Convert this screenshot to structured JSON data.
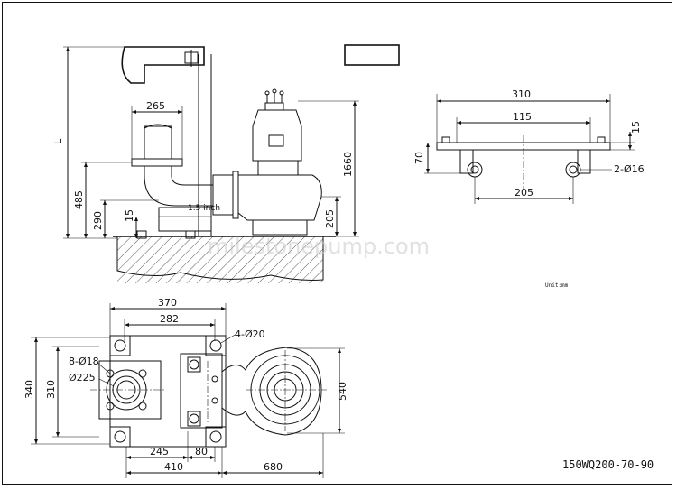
{
  "labels": {
    "length": "L",
    "d265": "265",
    "d485": "485",
    "d290": "290",
    "d15_left": "15",
    "inch": "1.5 inch",
    "d1660": "1660",
    "d205_side": "205",
    "d310_top": "310",
    "d115": "115",
    "d15_right": "15",
    "d70": "70",
    "holes_2": "2-Ø16",
    "d205_base": "205",
    "unit": "Unit:mm",
    "d370": "370",
    "d282": "282",
    "holes_4": "4-Ø20",
    "holes_8": "8-Ø18",
    "d225": "Ø225",
    "d340": "340",
    "d310_left": "310",
    "d540": "540",
    "d245": "245",
    "d80": "80",
    "d410": "410",
    "d680": "680",
    "model": "150WQ200-70-90"
  },
  "watermark": "milestonepump.com"
}
